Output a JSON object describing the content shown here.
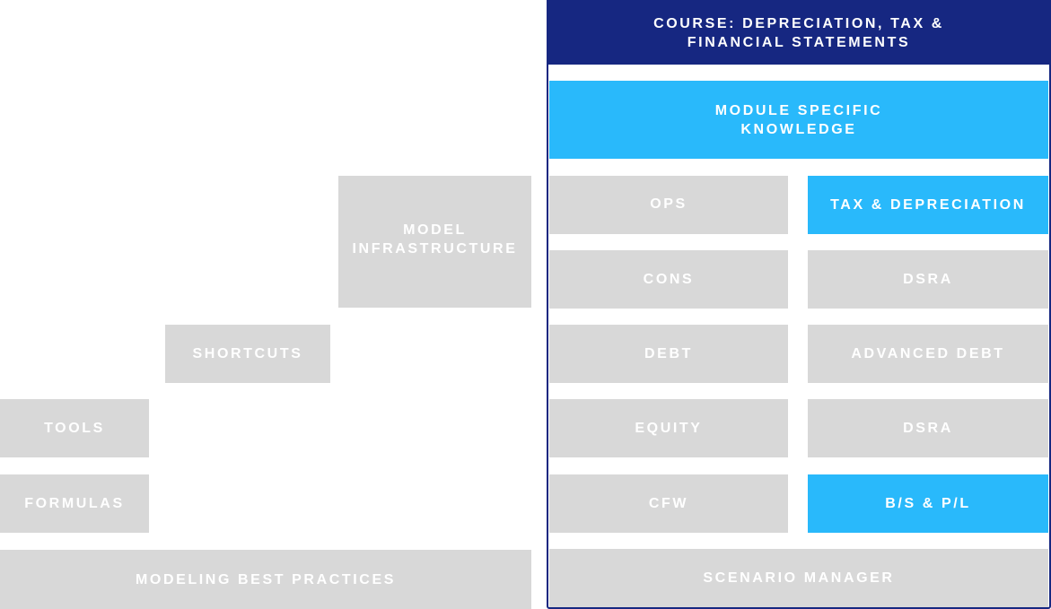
{
  "course": {
    "title": "COURSE: DEPRECIATION, TAX &\nFINANCIAL STATEMENTS"
  },
  "module_specific": "MODULE SPECIFIC\nKNOWLEDGE",
  "left_blocks": {
    "model_infrastructure": "MODEL\nINFRASTRUCTURE",
    "shortcuts": "SHORTCUTS",
    "tools": "TOOLS",
    "formulas": "FORMULAS",
    "best_practices": "MODELING BEST PRACTICES"
  },
  "modules_left": [
    "OPS",
    "CONS",
    "DEBT",
    "EQUITY",
    "CFW"
  ],
  "modules_right": [
    "TAX & DEPRECIATION",
    "DSRA",
    "ADVANCED DEBT",
    "DSRA",
    "B/S & P/L"
  ],
  "scenario_manager": "SCENARIO MANAGER",
  "colors": {
    "navy": "#162781",
    "highlight": "#29b9fb",
    "grey": "#d8d8d8"
  }
}
